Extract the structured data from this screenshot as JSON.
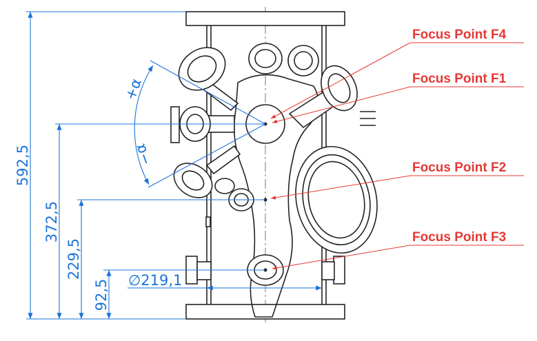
{
  "dimensions": {
    "height_total": "592,5",
    "height_f1": "372,5",
    "height_f2": "229,5",
    "height_f3": "92,5",
    "diameter": "∅219,1"
  },
  "angles": {
    "plus": "+α",
    "minus": "−α"
  },
  "focus_points": [
    {
      "label": "Focus Point F4"
    },
    {
      "label": "Focus Point F1"
    },
    {
      "label": "Focus Point F2"
    },
    {
      "label": "Focus Point F3"
    }
  ],
  "colors": {
    "dimension": "#1a73d9",
    "focus_label": "#e53935",
    "outline": "#222222"
  }
}
